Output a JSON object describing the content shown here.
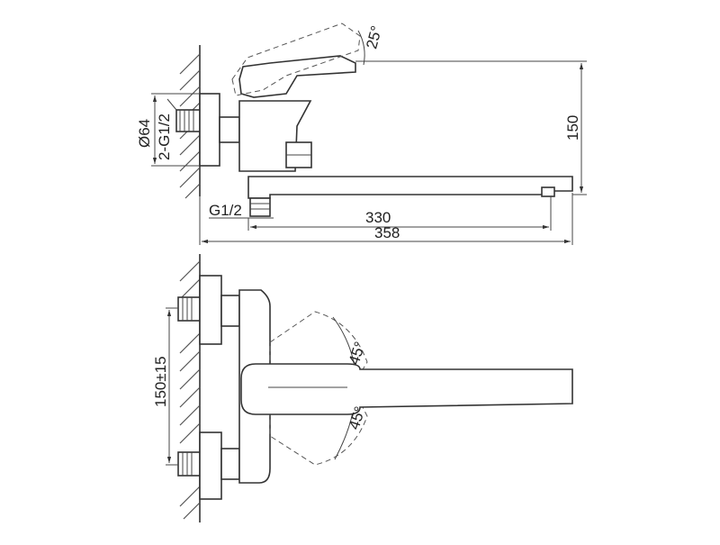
{
  "dimensions": {
    "angle_top": "25°",
    "height_outlet": "150",
    "length_spout": "330",
    "length_total": "358",
    "connection_bottom": "G1/2",
    "flange_diameter": "Ø64",
    "connection_wall": "2-G1/2",
    "center_distance": "150±15",
    "angle_upper": "45°",
    "angle_lower": "45°"
  }
}
